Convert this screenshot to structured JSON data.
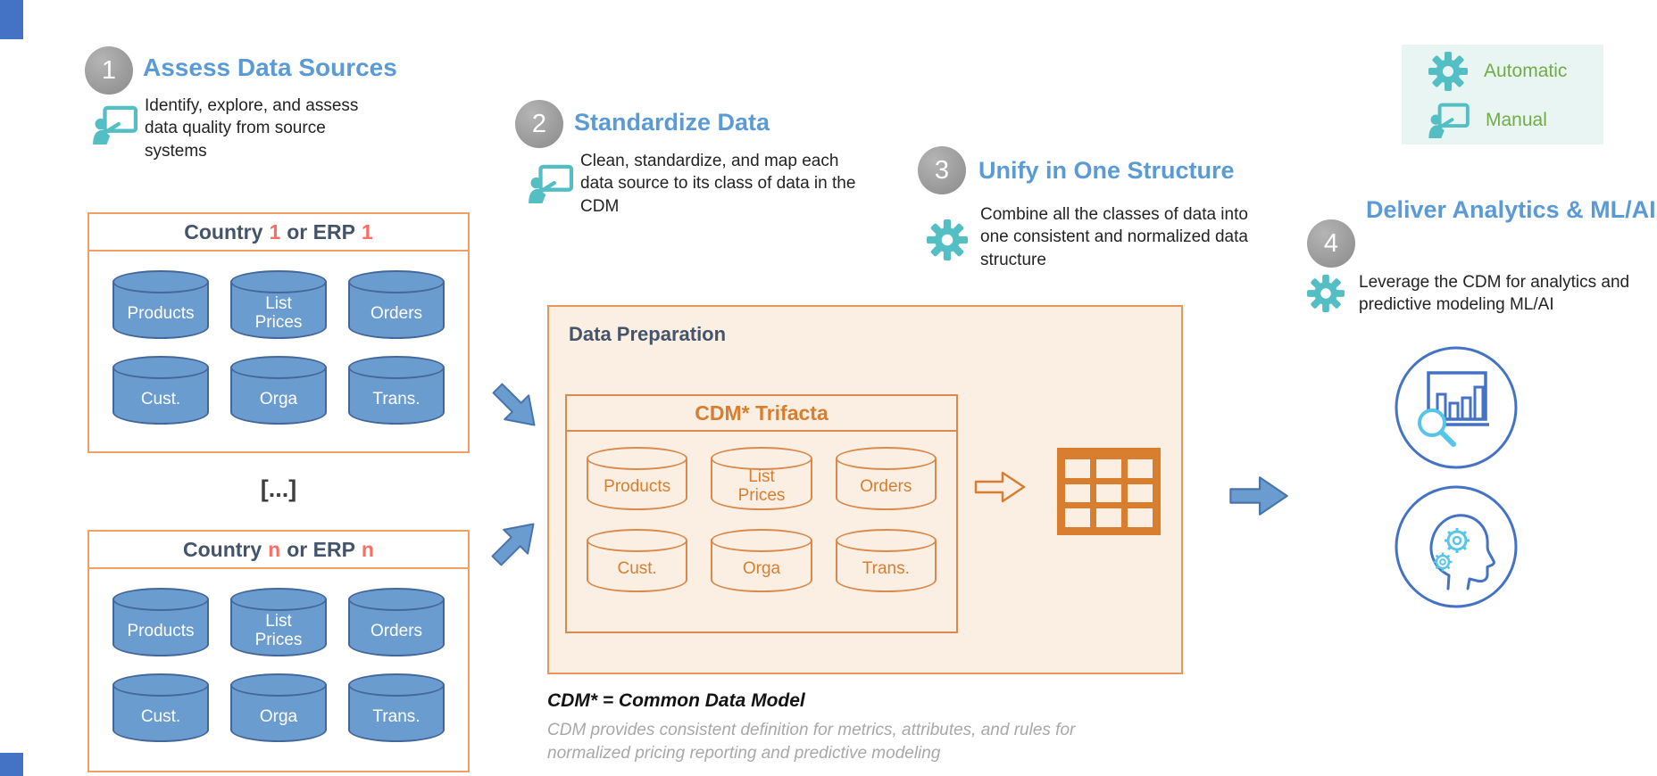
{
  "legend": {
    "automatic_label": "Automatic",
    "manual_label": "Manual"
  },
  "steps": [
    {
      "number": "1",
      "title": "Assess Data Sources",
      "description": "Identify, explore, and assess data quality from source systems",
      "icon": "manual"
    },
    {
      "number": "2",
      "title": "Standardize Data",
      "description": "Clean, standardize, and map each data source to its class of data in the CDM",
      "icon": "manual"
    },
    {
      "number": "3",
      "title": "Unify in One Structure",
      "description": "Combine all the classes of data into one consistent and normalized data structure",
      "icon": "automatic"
    },
    {
      "number": "4",
      "title": "Deliver Analytics & ML/AI",
      "description": "Leverage the CDM for analytics and predictive modeling ML/AI",
      "icon": "automatic"
    }
  ],
  "source_boxes": {
    "box1": {
      "t1": "Country",
      "v1": "1",
      "t2": "or ERP",
      "v2": "1"
    },
    "ellipsis": "[...]",
    "boxn": {
      "t1": "Country",
      "v1": "n",
      "t2": "or ERP",
      "v2": "n"
    }
  },
  "cylinder_labels": [
    "Products",
    "List Prices",
    "Orders",
    "Cust.",
    "Orga",
    "Trans."
  ],
  "data_preparation": {
    "title": "Data Preparation",
    "cdm_box_title": "CDM* Trifacta"
  },
  "footnote": {
    "definition": "CDM* = Common Data Model",
    "note": "CDM provides consistent definition for metrics, attributes, and rules for normalized pricing reporting and predictive modeling"
  },
  "icons": {
    "manual": "presenter-at-board-icon",
    "automatic": "gear-icon",
    "analytics": "bar-chart-magnifier-icon",
    "ml_ai": "head-with-gears-icon",
    "unified_table": "grid-table-icon"
  },
  "colors": {
    "step_title_blue": "#5B9BD5",
    "step_circle_gray": "#9A9A9A",
    "teal_icon": "#53BFC4",
    "legend_green": "#70AD47",
    "legend_bg": "#E9F5F2",
    "source_box_border": "#F0A066",
    "title_navy": "#44546A",
    "variable_red": "#FA6E66",
    "blue_cylinder": "#6B9CD0",
    "blue_cylinder_border": "#44679B",
    "peach_fill": "#FBEFE3",
    "orange_border": "#E8975A",
    "orange_text": "#D97E2E",
    "circle_icon_border": "#4472C4",
    "accent_cyan": "#56C5E8",
    "footnote_gray": "#A8A8A8"
  }
}
